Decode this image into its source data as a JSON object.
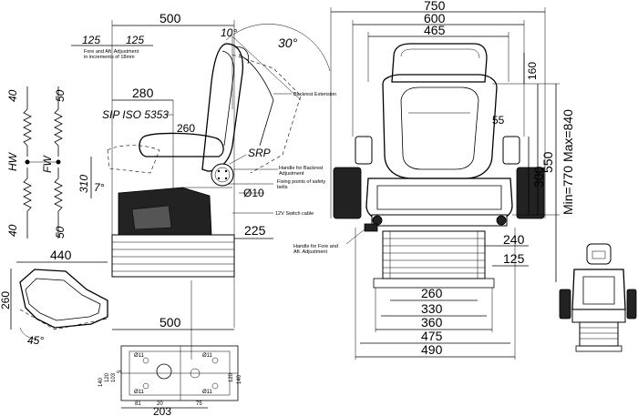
{
  "side_view": {
    "dims": {
      "top_width": "500",
      "fore_aft_left": "125",
      "fore_aft_right": "125",
      "angle_small": "10°",
      "angle_large": "30°",
      "sip_offset": "280",
      "sip_height": "260",
      "seat_depth_low": "310",
      "tilt_angle": "7°",
      "fixing_dia": "Ø10",
      "bottom_offset": "225",
      "bottom_width": "500"
    },
    "labels": {
      "fore_aft_note_1": "Fore and Aft. Adjustment",
      "fore_aft_note_2": "in increments of 18mm",
      "backrest_extension": "Backrest Extension",
      "sip": "SIP ISO 5353",
      "srp": "SRP",
      "handle_backrest_1": "Handle for Backrest",
      "handle_backrest_2": "Adjustment",
      "fixing_points_1": "Fixing points of safety",
      "fixing_points_2": "belts",
      "switch_cable": "12V Switch cable",
      "handle_fore_aft_1": "Handle for Fore and",
      "handle_fore_aft_2": "Aft. Adjustment"
    }
  },
  "springs": {
    "hw_label": "HW",
    "fw_label": "FW",
    "hw_top": "40",
    "hw_bottom": "40",
    "fw_top": "50",
    "fw_bottom": "50"
  },
  "armrest_view": {
    "width": "440",
    "height": "260",
    "angle": "45°"
  },
  "front_view": {
    "dims": {
      "overall": "750",
      "armrest_width": "600",
      "backrest_width": "465",
      "headrest_height": "160",
      "side_55": "55",
      "height_550": "550",
      "height_300": "300",
      "height_range": "Min=770 Max=840",
      "depth_240": "240",
      "depth_125": "125",
      "base_260": "260",
      "base_330": "330",
      "base_360": "360",
      "base_475": "475",
      "base_490": "490"
    }
  },
  "base_plate": {
    "dims": {
      "width_203": "203",
      "left_140": "140",
      "left_120": "120",
      "left_103": "103",
      "left_5": "5",
      "right_120": "120",
      "right_140": "140",
      "hole_dia_1": "Ø11",
      "hole_dia_2": "Ø11",
      "hole_dia_3": "Ø11",
      "hole_dia_4": "Ø11",
      "bottom_75": "75",
      "bottom_81": "81",
      "bottom_20": "20"
    }
  }
}
